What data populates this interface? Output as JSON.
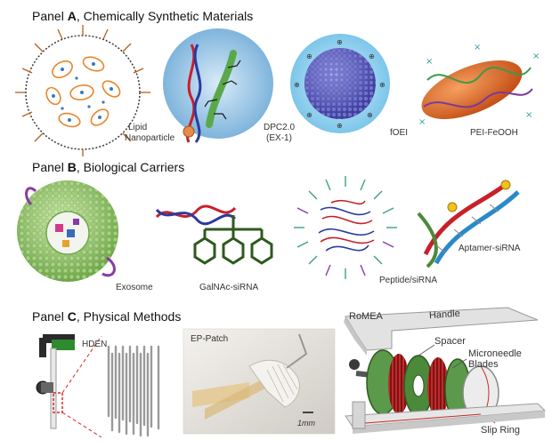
{
  "panels": [
    {
      "prefix": "Panel ",
      "letter": "A",
      "suffix": ", Chemically Synthetic Materials"
    },
    {
      "prefix": "Panel ",
      "letter": "B",
      "suffix": ", Biological Carriers"
    },
    {
      "prefix": "Panel ",
      "letter": "C",
      "suffix": ", Physical Methods"
    }
  ],
  "labels": {
    "lipid_1": "Lipid",
    "lipid_2": "Nanoparticle",
    "dpc_1": "DPC2.0",
    "dpc_2": "(EX-1)",
    "foei": "fOEI",
    "pei": "PEI-FeOOH",
    "exosome": "Exosome",
    "galnac": "GalNAc-siRNA",
    "peptide": "Peptide/siRNA",
    "aptamer": "Aptamer-siRNA",
    "hden": "HDEN",
    "ep_patch": "EP-Patch",
    "scale": "1mm",
    "romea": "RoMEA",
    "handle": "Handle",
    "spacer": "Spacer",
    "microneedle_1": "Microneedle",
    "microneedle_2": "Blades",
    "slip_ring": "Slip Ring"
  },
  "colors": {
    "lipid_orange": "#e8862a",
    "lipid_blue": "#3a7ab8",
    "dpc_bg": "#a9cdea",
    "foei_sphere": "#6e6fc8",
    "pei_orange": "#e46d2a",
    "exosome_green": "#9ccc6a",
    "galnac_green": "#2e5a1e",
    "rna_red": "#c8202a",
    "rna_blue": "#2a3aa0",
    "aptamer_yellow": "#f2c21a"
  }
}
